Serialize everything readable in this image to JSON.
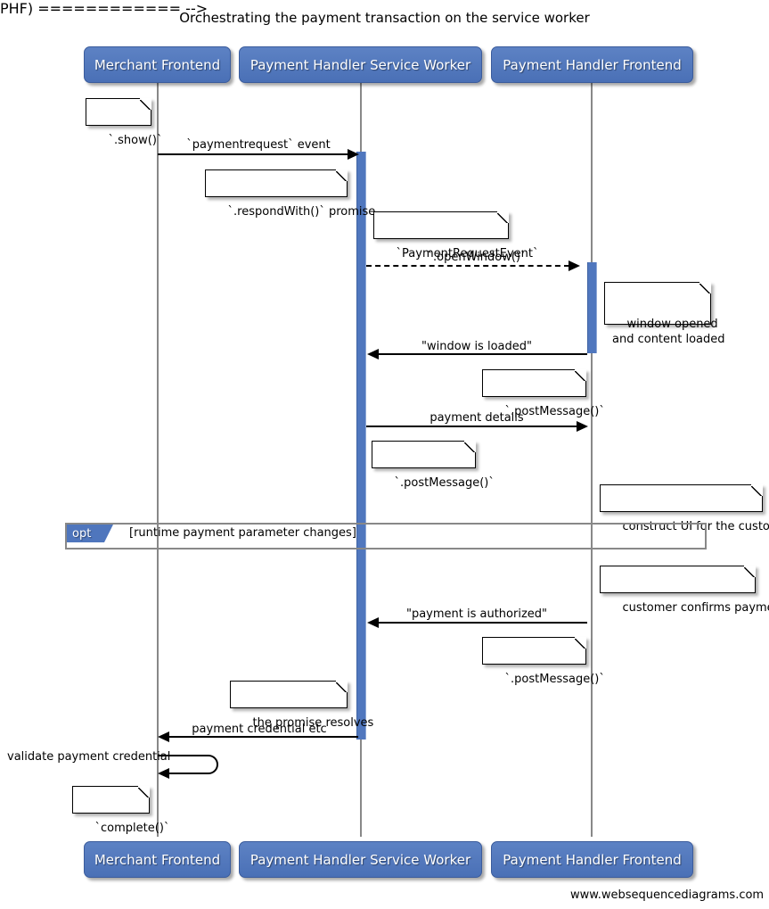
{
  "title": "Orchestrating the payment transaction on the service worker",
  "footer": {
    "credit": "www.websequencediagrams.com"
  },
  "participants": [
    {
      "name": "Merchant Frontend"
    },
    {
      "name": "Payment Handler Service Worker"
    },
    {
      "name": "Payment Handler Frontend"
    }
  ],
  "messages": [
    {
      "label": "`paymentrequest` event"
    },
    {
      "label": "`.openWindow()`"
    },
    {
      "label": "\"window is loaded\""
    },
    {
      "label": "payment details"
    },
    {
      "label": "\"payment is authorized\""
    },
    {
      "label": "payment credential etc"
    },
    {
      "label": "validate payment credential"
    }
  ],
  "notes": [
    {
      "text": "`.show()`"
    },
    {
      "text": "`.respondWith()` promise"
    },
    {
      "text": "`PaymentRequestEvent`"
    },
    {
      "text": "window opened\nand content loaded"
    },
    {
      "text": "`.postMessage()`"
    },
    {
      "text": "`.postMessage()`"
    },
    {
      "text": "construct UI for the customer"
    },
    {
      "text": "customer confirms payment"
    },
    {
      "text": "`.postMessage()`"
    },
    {
      "text": "the promise resolves"
    },
    {
      "text": "`complete()`"
    }
  ],
  "fragments": [
    {
      "tag": "opt",
      "condition": "[runtime payment parameter changes]"
    }
  ],
  "colors": {
    "participant_blue": "#4f76bd",
    "activation_blue": "#5077be",
    "lifeline_gray": "#888888",
    "fragment_gray": "#888888",
    "line_black": "#000000"
  }
}
